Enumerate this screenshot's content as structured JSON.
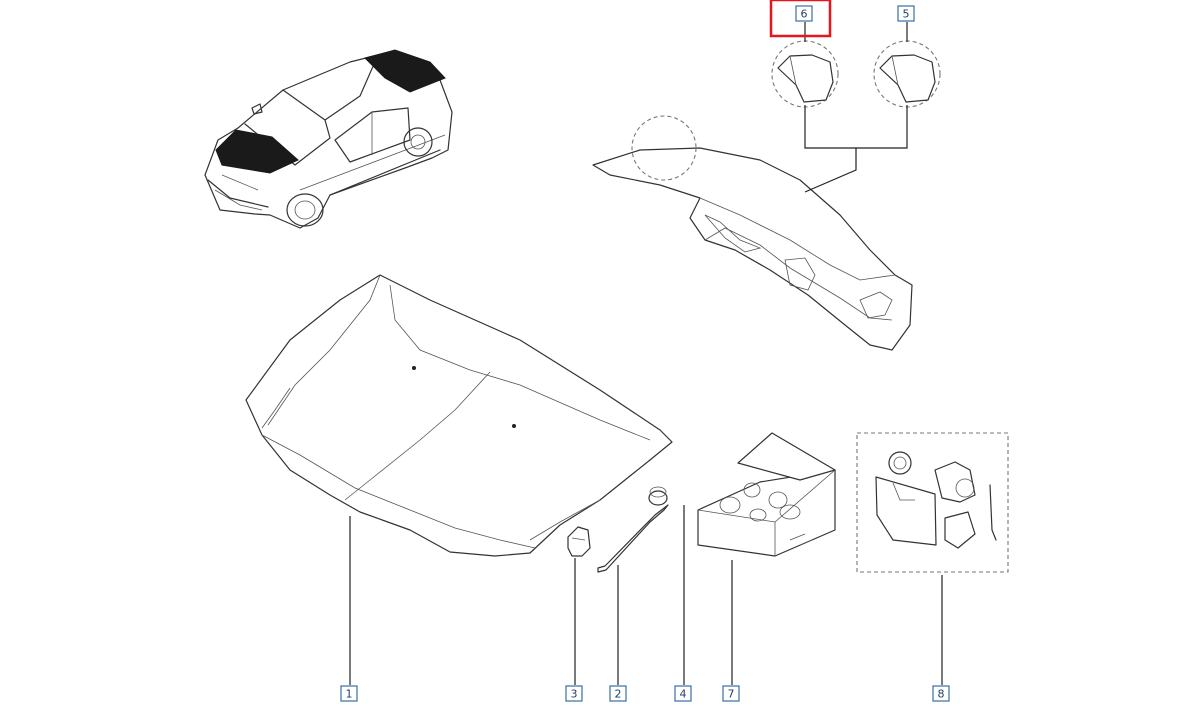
{
  "diagram": {
    "highlight_color": "#e8141b",
    "label_color": "#3a6ea5",
    "highlighted_callout": "6",
    "callouts": [
      {
        "id": "callout-6",
        "text": "6"
      },
      {
        "id": "callout-5",
        "text": "5"
      },
      {
        "id": "callout-1",
        "text": "1"
      },
      {
        "id": "callout-3",
        "text": "3"
      },
      {
        "id": "callout-2",
        "text": "2"
      },
      {
        "id": "callout-4",
        "text": "4"
      },
      {
        "id": "callout-7",
        "text": "7"
      },
      {
        "id": "callout-8",
        "text": "8"
      }
    ]
  }
}
